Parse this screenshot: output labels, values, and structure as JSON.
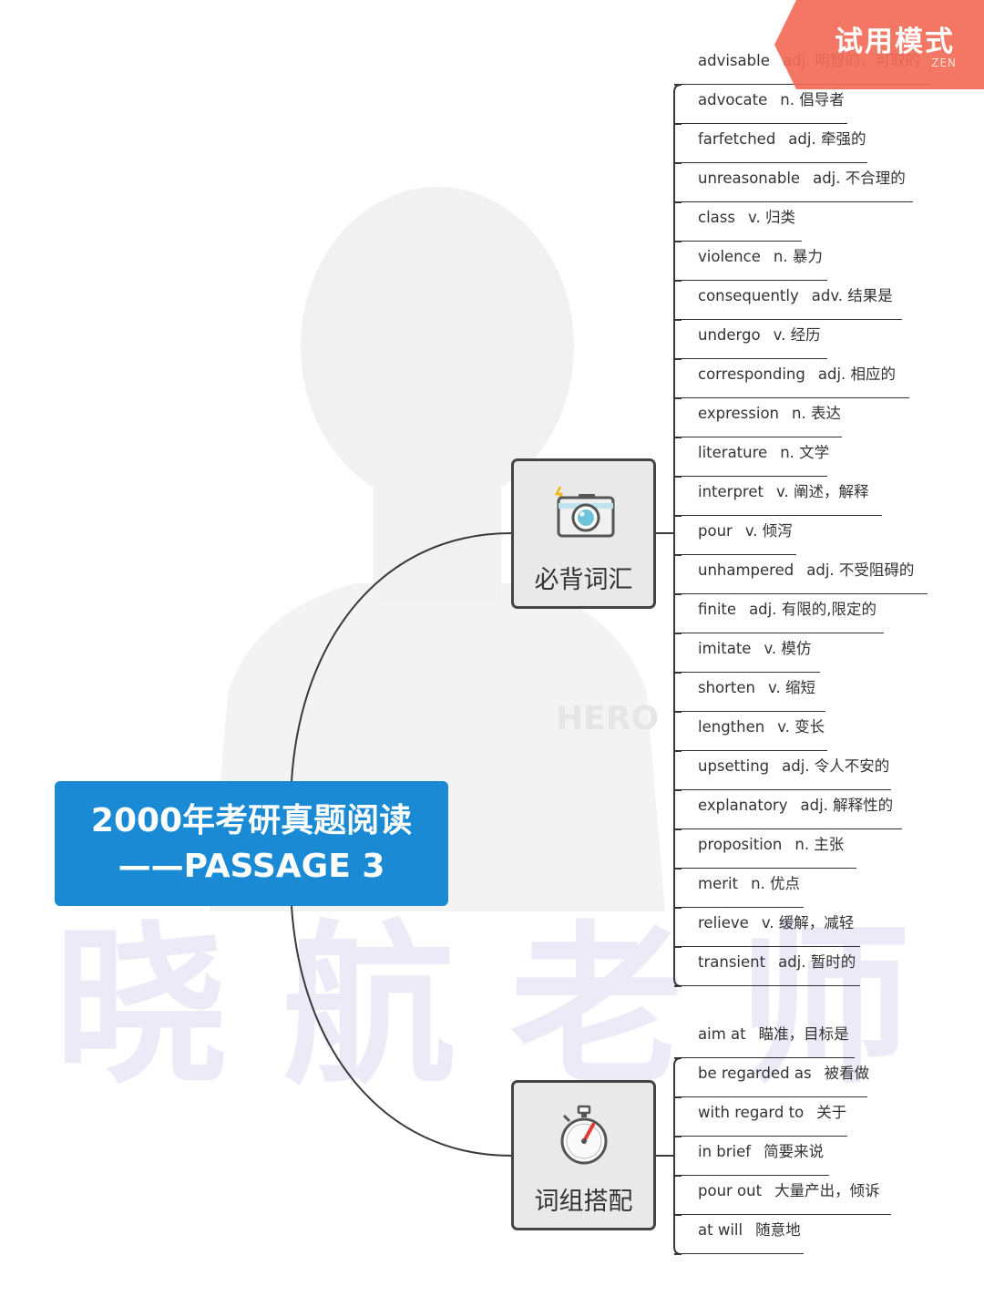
{
  "trial_badge": {
    "text": "试用模式",
    "sub": "ZEN"
  },
  "watermark": "晓航老师",
  "root": {
    "line1": "2000年考研真题阅读",
    "line2": "——PASSAGE 3"
  },
  "branches": {
    "vocab": {
      "label": "必背词汇",
      "icon": "camera-icon"
    },
    "phrases": {
      "label": "词组搭配",
      "icon": "stopwatch-icon"
    }
  },
  "vocab_items": [
    {
      "word": "advisable",
      "meaning": "adj. 明智的，可取的"
    },
    {
      "word": "advocate",
      "meaning": "n. 倡导者"
    },
    {
      "word": "farfetched",
      "meaning": "adj. 牵强的"
    },
    {
      "word": "unreasonable",
      "meaning": "adj. 不合理的"
    },
    {
      "word": "class",
      "meaning": "v. 归类"
    },
    {
      "word": "violence",
      "meaning": "n. 暴力"
    },
    {
      "word": "consequently",
      "meaning": "adv. 结果是"
    },
    {
      "word": "undergo",
      "meaning": "v. 经历"
    },
    {
      "word": "corresponding",
      "meaning": "adj. 相应的"
    },
    {
      "word": "expression",
      "meaning": "n. 表达"
    },
    {
      "word": "literature",
      "meaning": "n. 文学"
    },
    {
      "word": "interpret",
      "meaning": "v. 阐述，解释"
    },
    {
      "word": "pour",
      "meaning": "v. 倾泻"
    },
    {
      "word": "unhampered",
      "meaning": "adj. 不受阻碍的"
    },
    {
      "word": "finite",
      "meaning": "adj. 有限的,限定的"
    },
    {
      "word": "imitate",
      "meaning": "v. 模仿"
    },
    {
      "word": "shorten",
      "meaning": "v. 缩短"
    },
    {
      "word": "lengthen",
      "meaning": "v. 变长"
    },
    {
      "word": "upsetting",
      "meaning": "adj. 令人不安的"
    },
    {
      "word": "explanatory",
      "meaning": "adj. 解释性的"
    },
    {
      "word": "proposition",
      "meaning": "n. 主张"
    },
    {
      "word": "merit",
      "meaning": "n. 优点"
    },
    {
      "word": "relieve",
      "meaning": "v. 缓解，减轻"
    },
    {
      "word": "transient",
      "meaning": "adj. 暂时的"
    }
  ],
  "phrase_items": [
    {
      "word": "aim at",
      "meaning": "瞄准，目标是"
    },
    {
      "word": "be regarded as",
      "meaning": "被看做"
    },
    {
      "word": "with regard to",
      "meaning": "关于"
    },
    {
      "word": "in brief",
      "meaning": "简要来说"
    },
    {
      "word": "pour out",
      "meaning": "大量产出，倾诉"
    },
    {
      "word": "at will",
      "meaning": "随意地"
    }
  ]
}
